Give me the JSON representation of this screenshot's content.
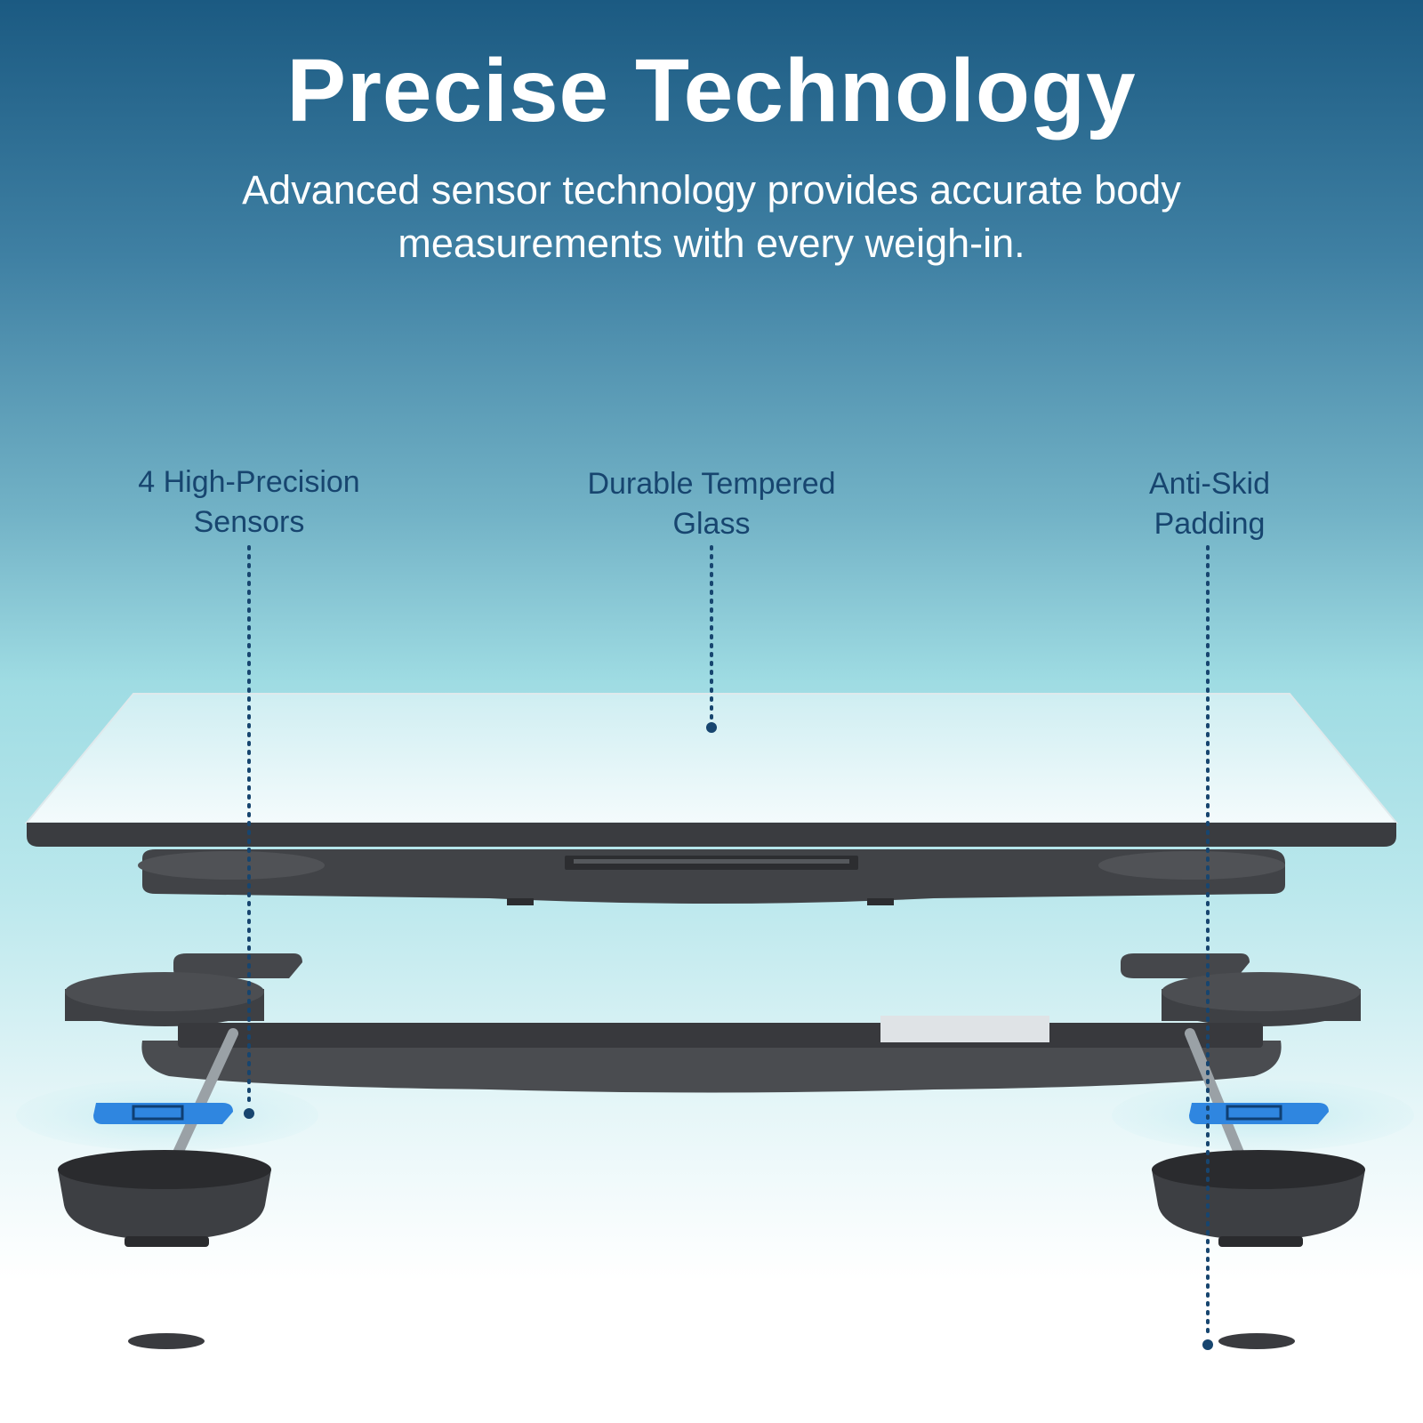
{
  "header": {
    "title": "Precise Technology",
    "subtitle": "Advanced sensor technology provides accurate body measurements with every weigh-in."
  },
  "callouts": [
    {
      "line1": "4 High-Precision",
      "line2": "Sensors"
    },
    {
      "line1": "Durable Tempered",
      "line2": "Glass"
    },
    {
      "line1": "Anti-Skid",
      "line2": "Padding"
    }
  ],
  "colors": {
    "accent": "#17456f",
    "sensor_blue": "#2f86e0",
    "device_dark": "#3b3d40"
  }
}
